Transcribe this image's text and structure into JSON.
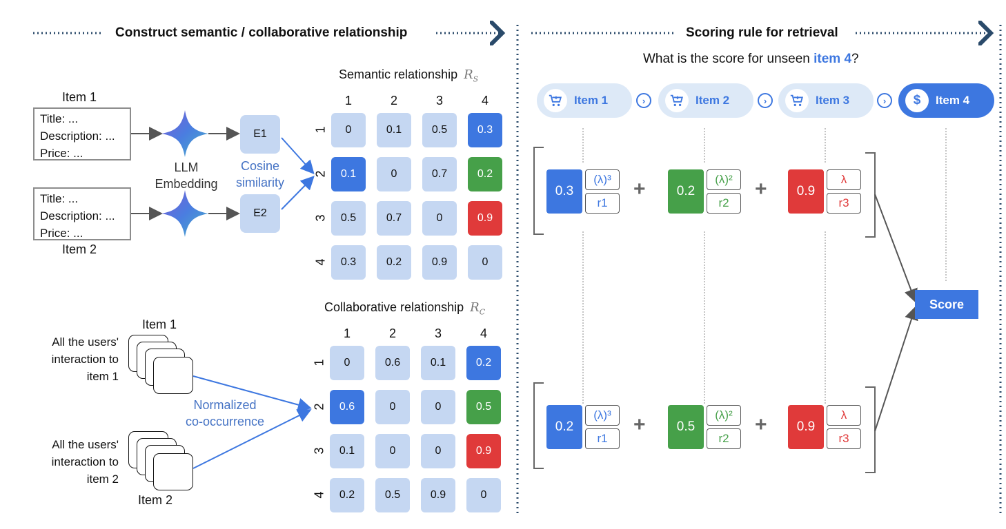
{
  "left_header": "Construct semantic / collaborative relationship",
  "right_header": "Scoring rule for retrieval",
  "question": {
    "prefix": "What is the score for unseen ",
    "item": "item 4",
    "suffix": "?"
  },
  "semantic": {
    "item1_label": "Item 1",
    "item2_label": "Item 2",
    "fields": [
      "Title: ...",
      "Description: ...",
      "Price: ..."
    ],
    "llm_label": "LLM\nEmbedding",
    "cosine_label": "Cosine\nsimilarity",
    "e1": "E1",
    "e2": "E2",
    "matrix_title": "Semantic relationship",
    "matrix_symbol": "R",
    "matrix_sub": "S"
  },
  "collab": {
    "item1_label": "Item 1",
    "item2_label": "Item 2",
    "users1": "All the users'\ninteraction to\nitem 1",
    "users2": "All the users'\ninteraction to\nitem 2",
    "cooc_label": "Normalized\nco-occurrence",
    "matrix_title": "Collaborative relationship",
    "matrix_symbol": "R",
    "matrix_sub": "C"
  },
  "matrix_headers": [
    "1",
    "2",
    "3",
    "4"
  ],
  "semantic_matrix": [
    [
      "0",
      "0.1",
      "0.5",
      "0.3"
    ],
    [
      "0.1",
      "0",
      "0.7",
      "0.2"
    ],
    [
      "0.5",
      "0.7",
      "0",
      "0.9"
    ],
    [
      "0.3",
      "0.2",
      "0.9",
      "0"
    ]
  ],
  "collab_matrix": [
    [
      "0",
      "0.6",
      "0.1",
      "0.2"
    ],
    [
      "0.6",
      "0",
      "0",
      "0.5"
    ],
    [
      "0.1",
      "0",
      "0",
      "0.9"
    ],
    [
      "0.2",
      "0.5",
      "0.9",
      "0"
    ]
  ],
  "sequence": [
    {
      "label": "Item 1",
      "icon": "cart-icon"
    },
    {
      "label": "Item 2",
      "icon": "cart-icon"
    },
    {
      "label": "Item 3",
      "icon": "cart-icon"
    },
    {
      "label": "Item 4",
      "icon": "dollar-icon"
    }
  ],
  "score_rows": [
    {
      "terms": [
        {
          "value": "0.3",
          "weight": "(λ)³",
          "r": "r1"
        },
        {
          "value": "0.2",
          "weight": "(λ)²",
          "r": "r2"
        },
        {
          "value": "0.9",
          "weight": "λ",
          "r": "r3"
        }
      ]
    },
    {
      "terms": [
        {
          "value": "0.2",
          "weight": "(λ)³",
          "r": "r1"
        },
        {
          "value": "0.5",
          "weight": "(λ)²",
          "r": "r2"
        },
        {
          "value": "0.9",
          "weight": "λ",
          "r": "r3"
        }
      ]
    }
  ],
  "plus_sign": "+",
  "score_label": "Score",
  "colors": {
    "blue": "#3d77e0",
    "green": "#46a049",
    "red": "#e03a3a",
    "light": "#c5d7f2",
    "text_blue": "#4472c4"
  }
}
